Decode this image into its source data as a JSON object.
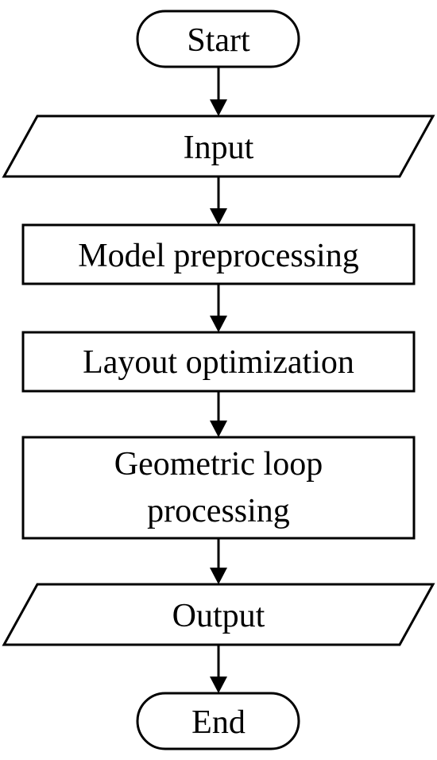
{
  "flowchart": {
    "nodes": [
      {
        "id": "start",
        "lines": [
          "Start"
        ]
      },
      {
        "id": "input",
        "lines": [
          "Input"
        ]
      },
      {
        "id": "model-preprocessing",
        "lines": [
          "Model preprocessing"
        ]
      },
      {
        "id": "layout-optimization",
        "lines": [
          "Layout optimization"
        ]
      },
      {
        "id": "geometric-loop-processing",
        "lines": [
          "Geometric loop",
          "processing"
        ]
      },
      {
        "id": "output",
        "lines": [
          "Output"
        ]
      },
      {
        "id": "end",
        "lines": [
          "End"
        ]
      }
    ]
  }
}
